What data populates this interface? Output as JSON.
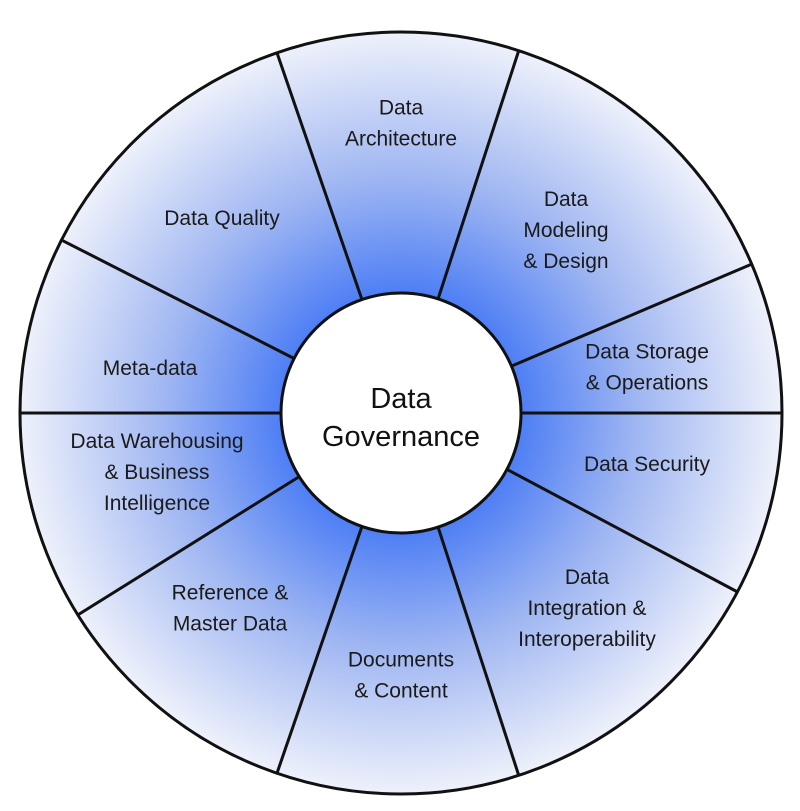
{
  "diagram": {
    "hub": {
      "lines": [
        "Data",
        "Governance"
      ]
    },
    "segments": [
      {
        "id": "data-architecture",
        "lines": [
          "Data",
          "Architecture"
        ]
      },
      {
        "id": "data-modeling-design",
        "lines": [
          "Data",
          "Modeling",
          "& Design"
        ]
      },
      {
        "id": "data-storage-operations",
        "lines": [
          "Data Storage",
          "& Operations"
        ]
      },
      {
        "id": "data-security",
        "lines": [
          "Data Security"
        ]
      },
      {
        "id": "data-integration-interoperability",
        "lines": [
          "Data",
          "Integration &",
          "Interoperability"
        ]
      },
      {
        "id": "documents-content",
        "lines": [
          "Documents",
          "& Content"
        ]
      },
      {
        "id": "reference-master-data",
        "lines": [
          "Reference &",
          "Master Data"
        ]
      },
      {
        "id": "data-warehousing-bi",
        "lines": [
          "Data Warehousing",
          "& Business",
          "Intelligence"
        ]
      },
      {
        "id": "meta-data",
        "lines": [
          "Meta-data"
        ]
      },
      {
        "id": "data-quality",
        "lines": [
          "Data Quality"
        ]
      }
    ],
    "colors": {
      "segment_inner": "#4a7cf5",
      "segment_mid": "#9fb6f2",
      "segment_outer": "#eef1fb",
      "divider": "#111111",
      "hub_fill": "#ffffff"
    }
  }
}
